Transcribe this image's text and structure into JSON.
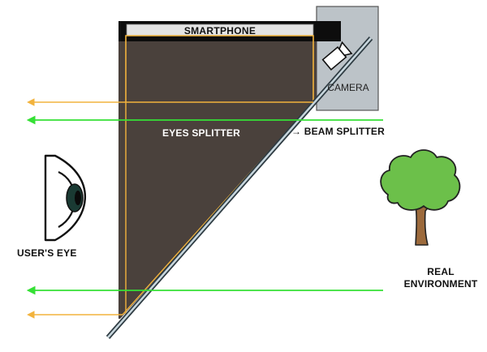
{
  "labels": {
    "smartphone": "SMARTPHONE",
    "camera": "CAMERA",
    "eyes_splitter": "EYES SPLITTER",
    "beam_splitter": "→ BEAM SPLITTER",
    "users_eye": "USER'S EYE",
    "real_environment_line1": "REAL",
    "real_environment_line2": "ENVIRONMENT"
  },
  "colors": {
    "splitter_fill": "#4a413c",
    "phone_body": "#0d0d0d",
    "phone_screen": "#e4e4e4",
    "camera_box": "#bcc3c8",
    "orange_ray": "#f2b33d",
    "green_ray": "#35e035",
    "glass": "#8fa3ad",
    "tree_foliage": "#6cc04a",
    "tree_trunk": "#9c6a3c"
  }
}
